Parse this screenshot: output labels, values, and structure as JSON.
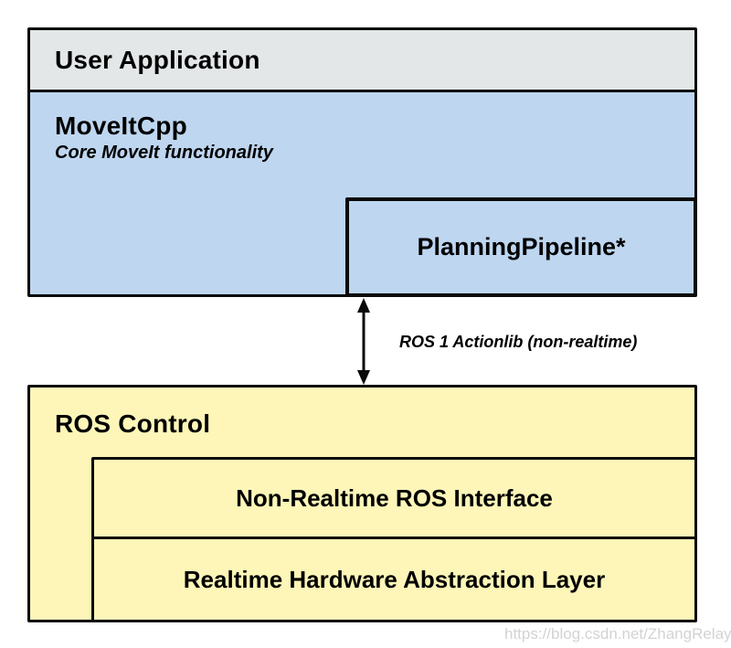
{
  "diagram": {
    "user_application": {
      "title": "User Application",
      "fill": "#e3e7e8"
    },
    "moveit_cpp": {
      "title": "MoveItCpp",
      "subtitle": "Core MoveIt functionality",
      "fill": "#bed6f0"
    },
    "planning_pipeline": {
      "title": "PlanningPipeline*",
      "fill": "#bed6f0"
    },
    "connector": {
      "type": "bidirectional-arrow",
      "label": "ROS 1 Actionlib (non-realtime)",
      "color": "#000000"
    },
    "ros_control": {
      "title": "ROS Control",
      "fill": "#fdf6b8",
      "children": [
        {
          "label": "Non-Realtime ROS Interface"
        },
        {
          "label": "Realtime Hardware Abstraction Layer"
        }
      ]
    },
    "border_color": "#0a0a0a"
  },
  "watermark": {
    "text": "https://blog.csdn.net/ZhangRelay",
    "color": "#d3d3d3"
  }
}
